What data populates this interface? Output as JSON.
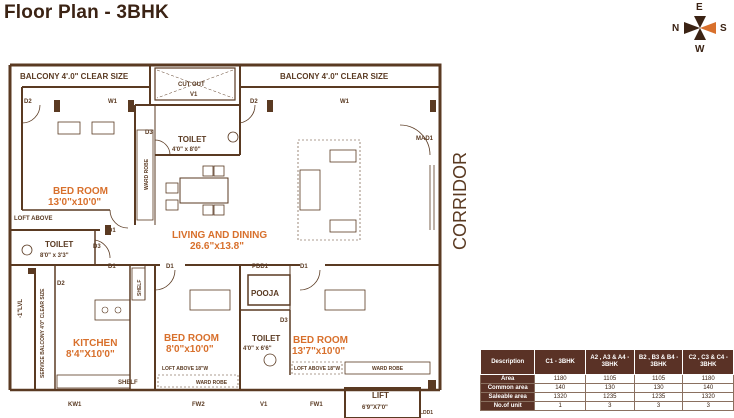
{
  "title": "Floor Plan - 3BHK",
  "compass": {
    "n": "N",
    "e": "E",
    "s": "S",
    "w": "W"
  },
  "labels": {
    "balcony_left": "BALCONY 4'.0\" CLEAR SIZE",
    "balcony_right": "BALCONY 4'.0\" CLEAR SIZE",
    "cut_out": "CUT OUT",
    "v1_top": "V1",
    "d2_a": "D2",
    "w1_a": "W1",
    "d2_b": "D2",
    "w1_b": "W1",
    "mad1": "MAD1",
    "d3_a": "D3",
    "toilet_1": "TOILET",
    "toilet_1_dim": "4'0\" x 8'0\"",
    "ward_robe_v": "WARD ROBE",
    "bedroom_1": "BED ROOM",
    "bedroom_1_dim": "13'0\"x10'0\"",
    "loft_above": "LOFT ABOVE",
    "d1_a": "D1",
    "living": "LIVING AND DINING",
    "living_dim": "26.6\"x13.8\"",
    "corridor": "CORRIDOR",
    "toilet_2": "TOILET",
    "toilet_2_dim": "8'0\" x 3'3\"",
    "d3_b": "D3",
    "d1_b": "D1",
    "d1_c": "D1",
    "pdd1": "PDD1",
    "d1_d": "D1",
    "one_lvl": "-1\"LVL",
    "d2_c": "D2",
    "service_balcony": "SERVICE BALCONY 4'0\" CLEAR SIZE",
    "shelf_v": "SHELF",
    "pooja": "POOJA",
    "d3_c": "D3",
    "kitchen": "KITCHEN",
    "kitchen_dim": "8'4\"X10'0\"",
    "bedroom_2": "BED ROOM",
    "bedroom_2_dim": "8'0\"x10'0\"",
    "toilet_3": "TOILET",
    "toilet_3_dim": "4'0\" x 6'6\"",
    "bedroom_3": "BED ROOM",
    "bedroom_3_dim": "13'7\"x10'0\"",
    "shelf": "SHELF",
    "loft_above_18_a": "LOFT ABOVE 18\"W",
    "ward_robe_a": "WARD ROBE",
    "loft_above_18_b": "LOFT ABOVE 18\"W",
    "ward_robe_b": "WARD ROBE",
    "lift": "LIFT",
    "lift_dim": "6'9\"X7'0\"",
    "kw1": "KW1",
    "fw2": "FW2",
    "v1_bottom": "V1",
    "fw1": "FW1",
    "ldd1": "LDD1"
  },
  "area_table": {
    "headers": [
      "Description",
      "C1 - 3BHK",
      "A2 , A3 & A4 - 3BHK",
      "B2 , B3 & B4 - 3BHK",
      "C2 , C3 & C4 - 3BHK"
    ],
    "rows": [
      {
        "label": "Area",
        "values": [
          "1180",
          "1105",
          "1105",
          "1180"
        ]
      },
      {
        "label": "Common area",
        "values": [
          "140",
          "130",
          "130",
          "140"
        ]
      },
      {
        "label": "Saleable area",
        "values": [
          "1320",
          "1235",
          "1235",
          "1320"
        ]
      },
      {
        "label": "No.of unit",
        "values": [
          "1",
          "3",
          "3",
          "3"
        ]
      }
    ]
  },
  "colors": {
    "wall": "#5a3a22",
    "accent": "#d8702c",
    "table_header": "#5a3226"
  }
}
